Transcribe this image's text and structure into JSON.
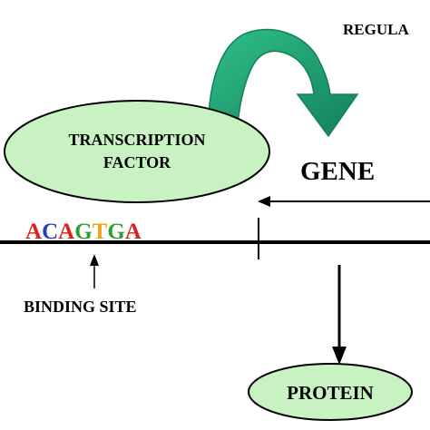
{
  "labels": {
    "regulation": "REGULA",
    "tf_line1": "TRANSCRIPTION",
    "tf_line2": "FACTOR",
    "gene": "GENE",
    "binding_site": "BINDING SITE",
    "protein": "PROTEIN"
  },
  "sequence": [
    {
      "base": "A",
      "color": "#e0201b"
    },
    {
      "base": "C",
      "color": "#2a3fb5"
    },
    {
      "base": "A",
      "color": "#e0201b"
    },
    {
      "base": "G",
      "color": "#2e9e2e"
    },
    {
      "base": "T",
      "color": "#f2a30f"
    },
    {
      "base": "G",
      "color": "#2e9e2e"
    },
    {
      "base": "A",
      "color": "#e0201b"
    }
  ],
  "colors": {
    "ellipse_fill": "#c9f2c2",
    "curved_arrow_fill": "#2fbf88",
    "curved_arrow_dark": "#14805a",
    "line": "#000000"
  }
}
